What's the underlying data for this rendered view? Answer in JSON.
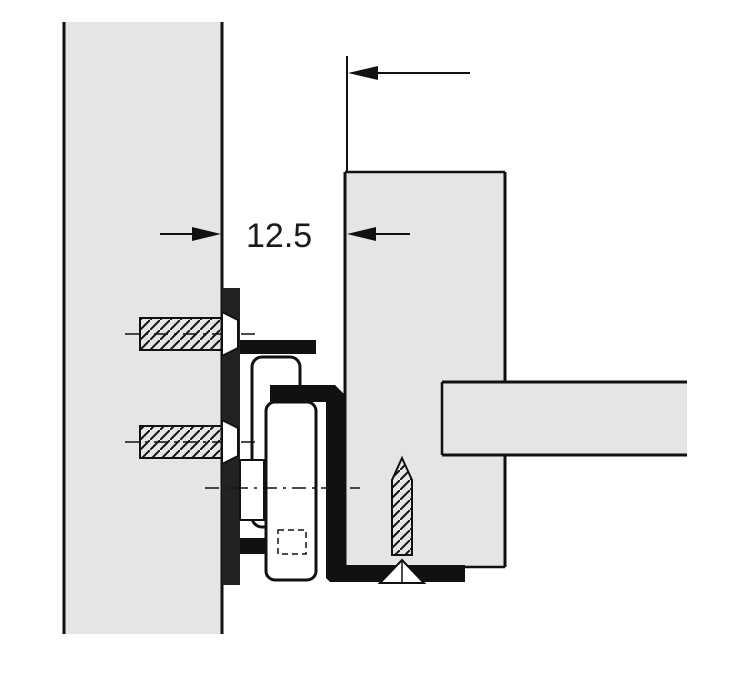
{
  "diagram": {
    "dimension_label": "12.5",
    "colors": {
      "panel_fill": "#e4e5e6",
      "outline": "#111111",
      "slide_metal": "#222222",
      "roller_fill": "#ffffff",
      "background": "#ffffff"
    },
    "parts": [
      "cabinet-side-panel",
      "drawer-side-panel",
      "drawer-bottom-panel",
      "cabinet-mounting-screw",
      "drawer-mounting-screw",
      "slide-rail",
      "slide-roller"
    ]
  }
}
